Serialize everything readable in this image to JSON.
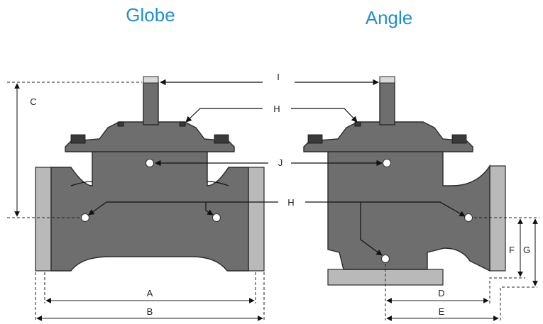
{
  "titles": {
    "globe": "Globe",
    "angle": "Angle"
  },
  "labels": {
    "a": "A",
    "b": "B",
    "c": "C",
    "d": "D",
    "e": "E",
    "f": "F",
    "g": "G",
    "h_top": "H",
    "h_mid": "H",
    "i": "I",
    "j": "J"
  },
  "colors": {
    "title": "#1f8fd0",
    "valve_body": "#6e6e6e",
    "flange": "#b9b9b9",
    "cap": "#d9d9d9"
  }
}
